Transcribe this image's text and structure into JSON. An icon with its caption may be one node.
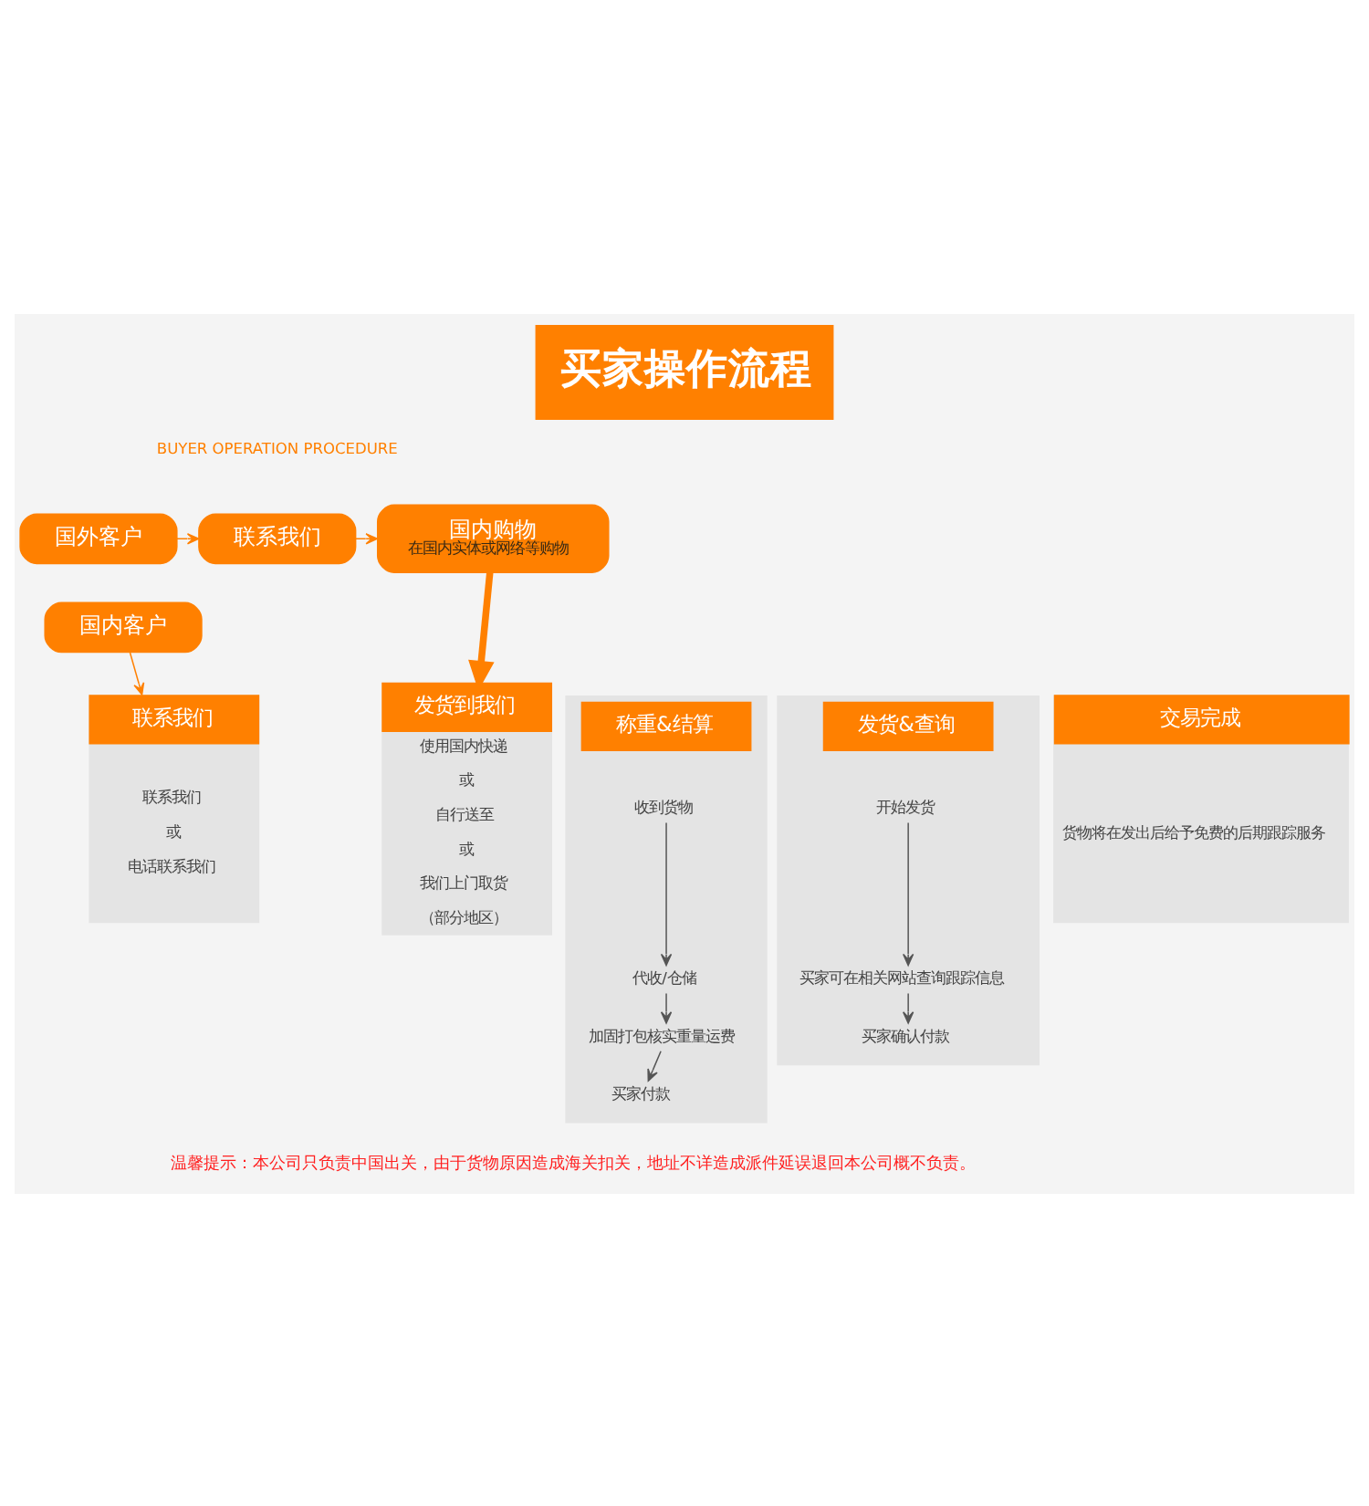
{
  "diagram": {
    "title": "买家操作流程",
    "nodes": [
      {
        "text": [
          "国外客户"
        ]
      },
      {
        "text": [
          "联系我们"
        ]
      },
      {
        "text": [
          "国内购物",
          "在国内实体或网络等购物"
        ]
      },
      {
        "text": [
          "国内客户"
        ]
      },
      {
        "text": [
          "联系我们",
          "联系我们",
          "或",
          "电话联系我们"
        ]
      },
      {
        "text": [
          "发货到我们",
          "使用国内快递",
          "或",
          "自行送至",
          "或",
          "我们上门取货",
          "（部分地区）"
        ]
      },
      {
        "text": [
          "称重&结算"
        ]
      },
      {
        "text": [
          "收到货物"
        ],
        "in": 6
      },
      {
        "text": [
          "代收/仓储"
        ],
        "in": 6
      },
      {
        "text": [
          "加固打包核实重量运费"
        ],
        "in": 6
      },
      {
        "text": [
          "买家付款"
        ],
        "in": 6
      },
      {
        "text": [
          "发货&查询"
        ]
      },
      {
        "text": [
          "开始发货"
        ],
        "in": 11
      },
      {
        "text": [
          "买家可在相关网站查询跟踪信息"
        ],
        "in": 11
      },
      {
        "text": [
          "买家确认付款"
        ],
        "in": 11
      },
      {
        "text": [
          "交易完成",
          "货物将在发出后给予免费的后期跟踪服务"
        ]
      }
    ],
    "edges": [
      {
        "from": 0,
        "to": 1,
        "arrow": "to",
        "color": "#ff8000"
      },
      {
        "from": 1,
        "to": 2,
        "arrow": "to",
        "color": "#ff8000"
      },
      {
        "from": 2,
        "to": 5,
        "arrow": "to",
        "style": "thick",
        "color": "#ff8000"
      },
      {
        "from": 3,
        "to": 4,
        "arrow": "to",
        "color": "#ff8000"
      },
      {
        "from": 7,
        "to": 8,
        "arrow": "to"
      },
      {
        "from": 8,
        "to": 9,
        "arrow": "to"
      },
      {
        "from": 9,
        "to": 10,
        "arrow": "to"
      },
      {
        "from": 12,
        "to": 13,
        "arrow": "to"
      },
      {
        "from": 13,
        "to": 14,
        "arrow": "to"
      }
    ],
    "labels": [
      "BUYER OPERATION PROCEDURE",
      "温馨提示：本公司只负责中国出关，由于货物原因造成海关扣关，地址不详造成派件延误退回本公司概不负责。"
    ]
  }
}
